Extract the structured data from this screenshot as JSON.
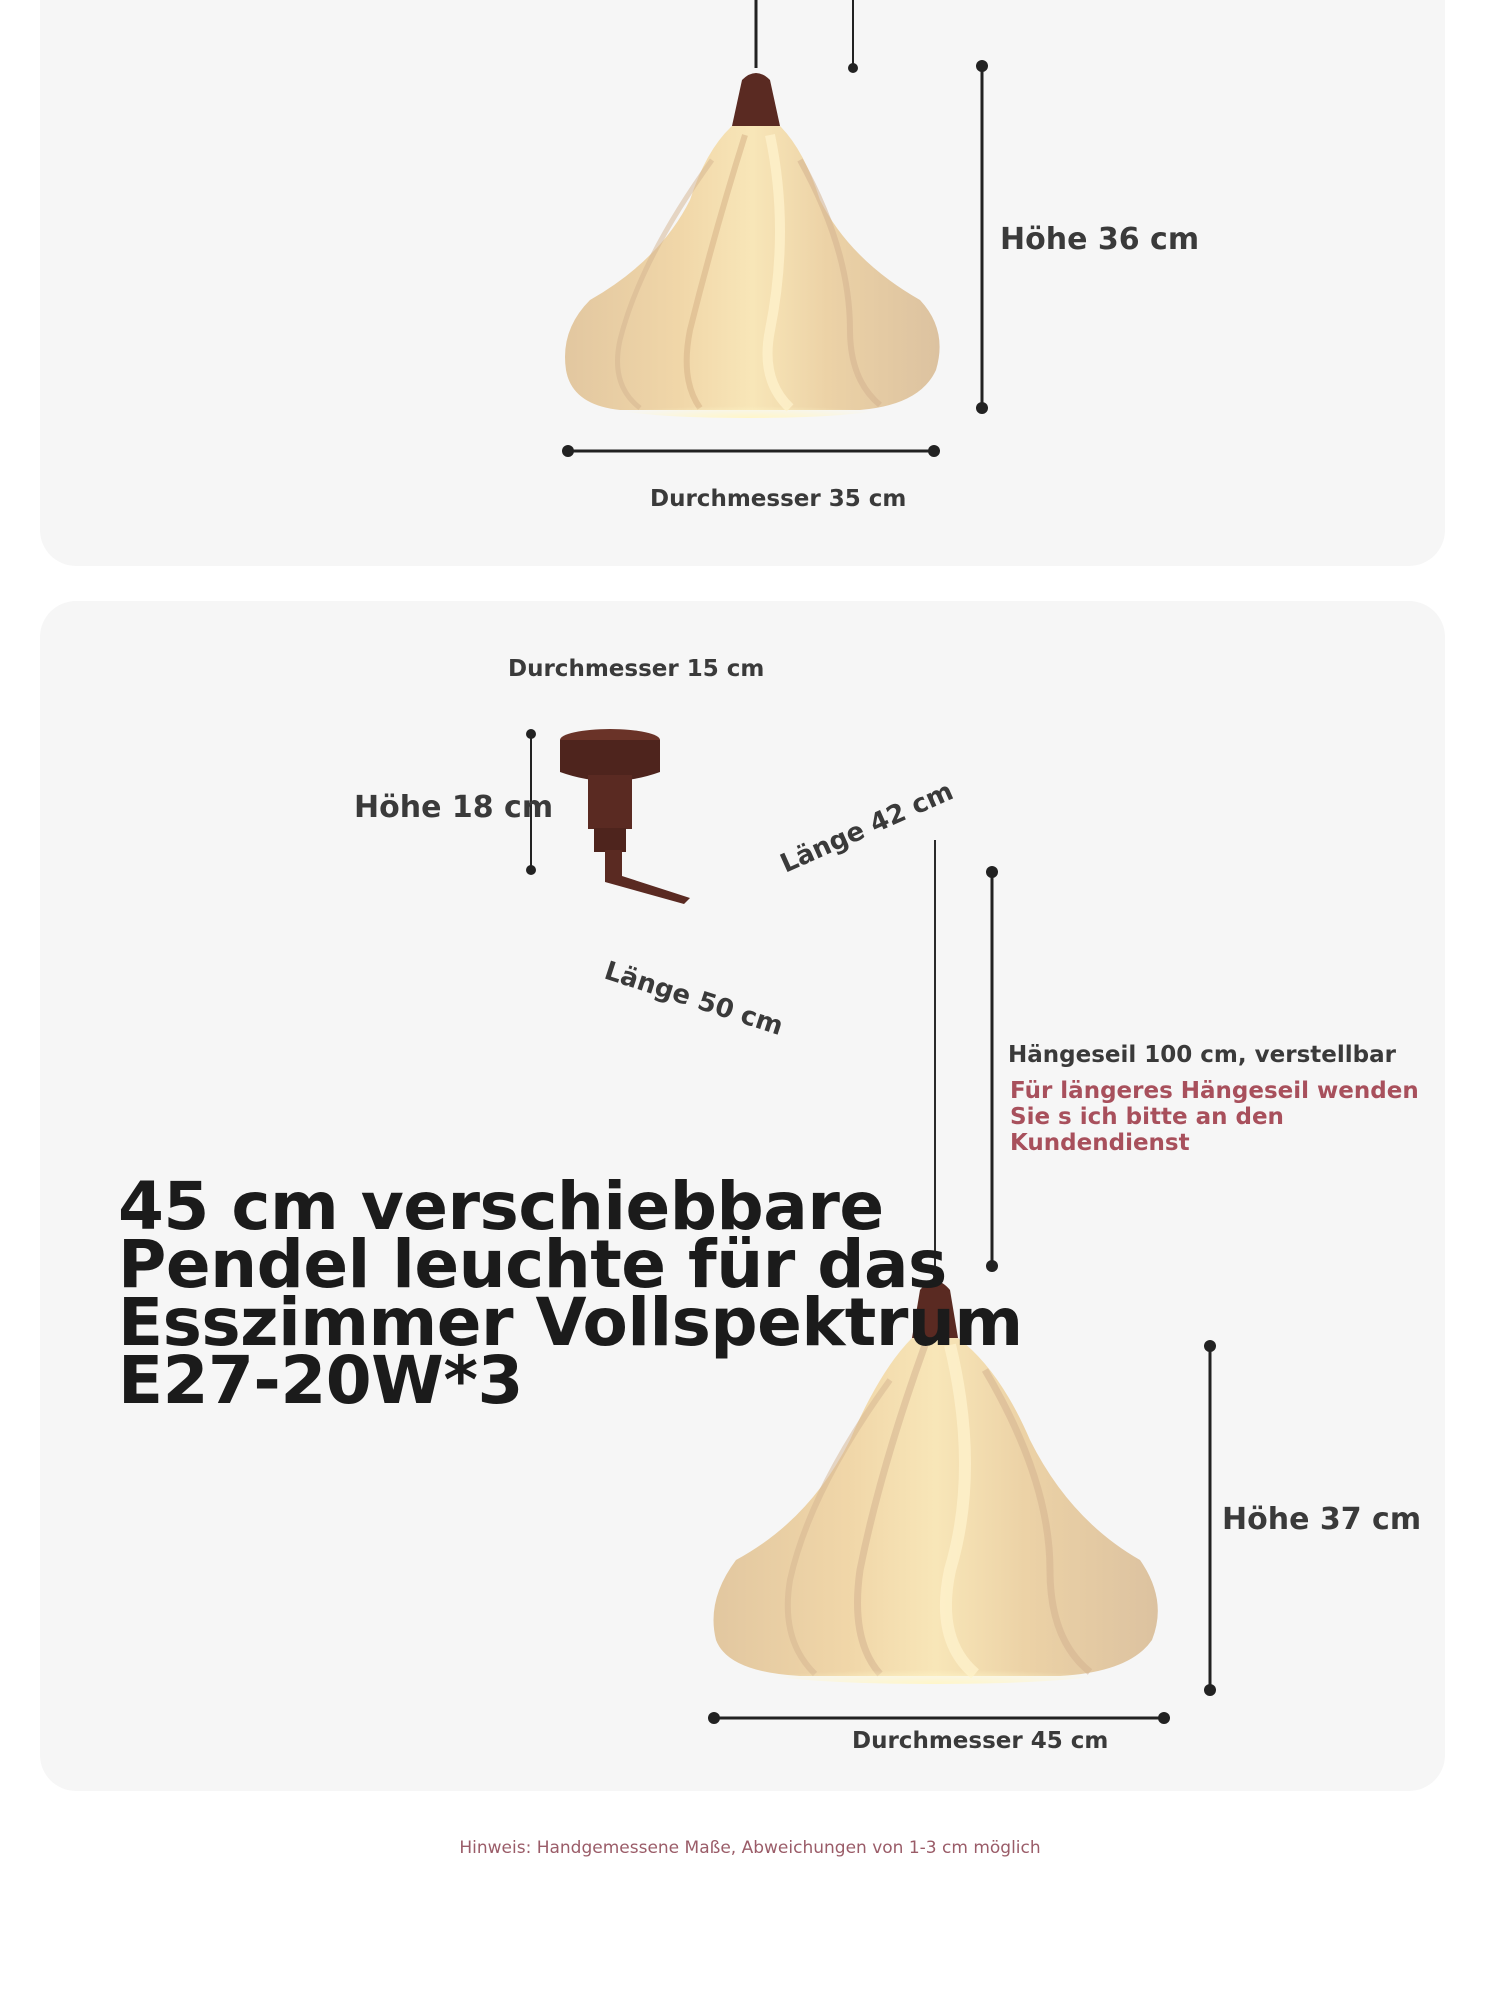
{
  "lamp_small": {
    "height_label": "Höhe 36 cm",
    "diameter_label": "Durchmesser 35 cm"
  },
  "canopy": {
    "diameter_label": "Durchmesser 15 cm",
    "height_label": "Höhe 18 cm",
    "arm_length_label": "Länge 50 cm",
    "rod_length_label": "Länge 42 cm"
  },
  "cable": {
    "label": "Hängeseil 100 cm, verstellbar",
    "note": "Für längeres Hängeseil wenden Sie s ich bitte an den Kundendienst"
  },
  "product_title": "45 cm verschiebbare Pendel leuchte für das Esszimmer Vollspektrum E27-20W*3",
  "lamp_large": {
    "height_label": "Höhe 37 cm",
    "diameter_label": "Durchmesser 45 cm"
  },
  "hint": "Hinweis: Handgemessene Maße, Abweichungen von 1-3 cm möglich",
  "colors": {
    "card_bg": "#f6f6f6",
    "label_text": "#3a3a3a",
    "accent_red": "#a8505c",
    "shade_wood": "#e8c99a",
    "canopy_brown": "#5a2a22"
  }
}
